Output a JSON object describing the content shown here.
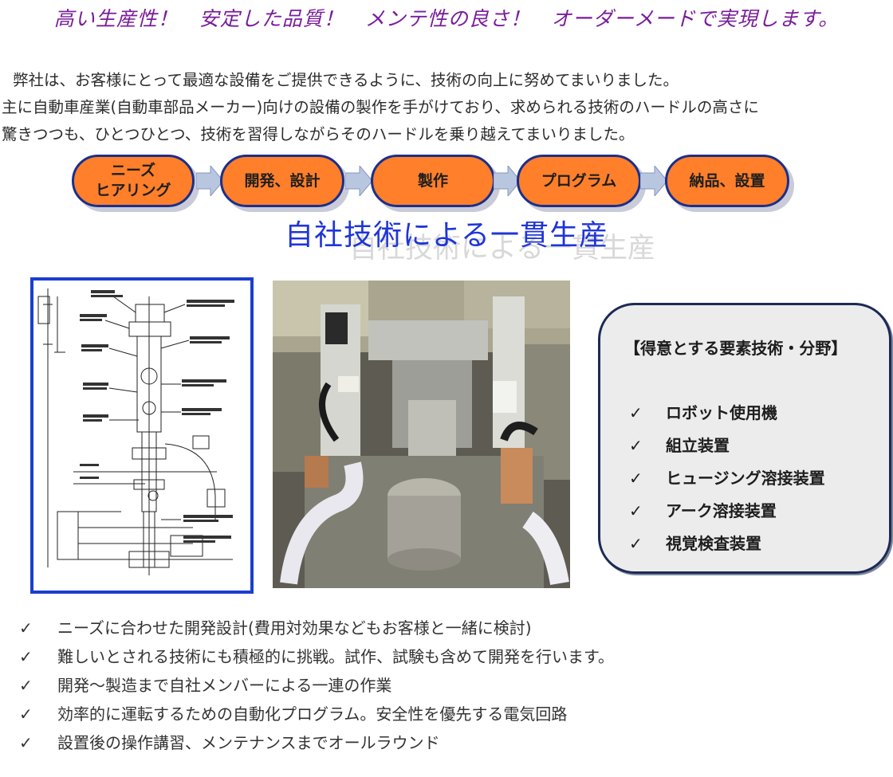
{
  "tagline": "高い生産性！　安定した品質！　メンテ性の良さ！　オーダーメードで実現します。",
  "intro": {
    "line1": "弊社は、お客様にとって最適な設備をご提供できるように、技術の向上に努めてまいりました。",
    "line2": "主に自動車産業(自動車部品メーカー)向けの設備の製作を手がけており、求められる技術のハードルの高さに",
    "line3": "驚きつつも、ひとつひとつ、技術を習得しながらそのハードルを乗り越えてまいりました。"
  },
  "flow": {
    "steps": [
      "ニーズ\nヒアリング",
      "開発、設計",
      "製作",
      "プログラム",
      "納品、設置"
    ],
    "colors": {
      "fill": "#ff7f2a",
      "border": "#1a2f8c",
      "arrow": "#b8c6e0"
    }
  },
  "tech_title": "自社技術による一貫生産",
  "tech_title_shadow": "自社技術による一貫生産",
  "skills": {
    "title": "【得意とする要素技術・分野】",
    "check": "✓",
    "items": [
      "ロボット使用機",
      "組立装置",
      "ヒュージング溶接装置",
      "アーク溶接装置",
      "視覚検査装置"
    ]
  },
  "bullets": {
    "check": "✓",
    "items": [
      "ニーズに合わせた開発設計(費用対効果などもお客様と一緒に検討)",
      "難しいとされる技術にも積極的に挑戦。試作、試験も含めて開発を行います。",
      "開発～製造まで自社メンバーによる一連の作業",
      "効率的に運転するための自動化プログラム。安全性を優先する電気回路",
      "設置後の操作講習、メンテナンスまでオールラウンド"
    ]
  },
  "colors": {
    "tagline": "#7a1c9a",
    "title": "#1f35d8",
    "frame": "#1b3ed0"
  }
}
